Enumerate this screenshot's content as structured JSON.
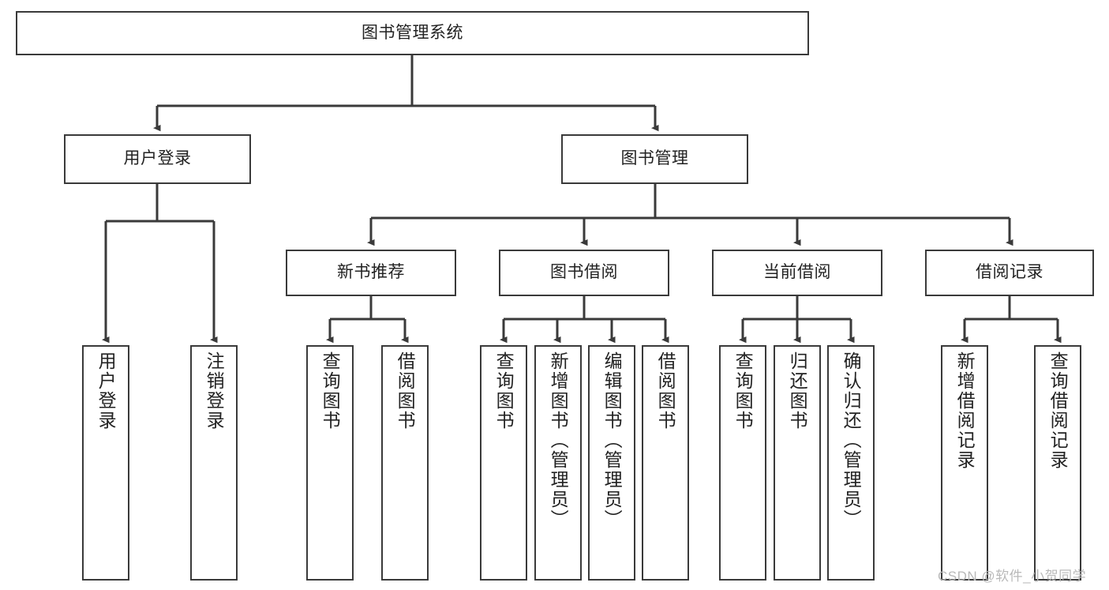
{
  "diagram": {
    "type": "tree-hierarchy-chart",
    "title": "图书管理系统",
    "line_color": "#3a3a3a",
    "box_fill": "#ffffff",
    "text_color": "#222222",
    "nodes": {
      "root": {
        "label": "图书管理系统"
      },
      "level2": [
        {
          "id": "user-login",
          "label": "用户登录"
        },
        {
          "id": "book-management",
          "label": "图书管理"
        }
      ],
      "level3": [
        {
          "id": "new-book-recommend",
          "label": "新书推荐"
        },
        {
          "id": "book-borrow",
          "label": "图书借阅"
        },
        {
          "id": "current-borrow",
          "label": "当前借阅"
        },
        {
          "id": "borrow-record",
          "label": "借阅记录"
        }
      ],
      "leaves": {
        "user_login": [
          {
            "id": "leaf-user-login",
            "label": "用户登录"
          },
          {
            "id": "leaf-logout-login",
            "label": "注销登录"
          }
        ],
        "new_book_recommend": [
          {
            "id": "leaf-query-book-1",
            "label": "查询图书"
          },
          {
            "id": "leaf-borrow-book-1",
            "label": "借阅图书"
          }
        ],
        "book_borrow": [
          {
            "id": "leaf-query-book-2",
            "label": "查询图书"
          },
          {
            "id": "leaf-add-book",
            "label": "新增图书（管理员）"
          },
          {
            "id": "leaf-edit-book",
            "label": "编辑图书（管理员）"
          },
          {
            "id": "leaf-borrow-book-2",
            "label": "借阅图书"
          }
        ],
        "current_borrow": [
          {
            "id": "leaf-query-book-3",
            "label": "查询图书"
          },
          {
            "id": "leaf-return-book",
            "label": "归还图书"
          },
          {
            "id": "leaf-confirm-return",
            "label": "确认归还（管理员）"
          }
        ],
        "borrow_record": [
          {
            "id": "leaf-add-record",
            "label": "新增借阅记录"
          },
          {
            "id": "leaf-query-record",
            "label": "查询借阅记录"
          }
        ]
      }
    }
  },
  "watermark": {
    "text": "CSDN @软件_小贺同学"
  }
}
